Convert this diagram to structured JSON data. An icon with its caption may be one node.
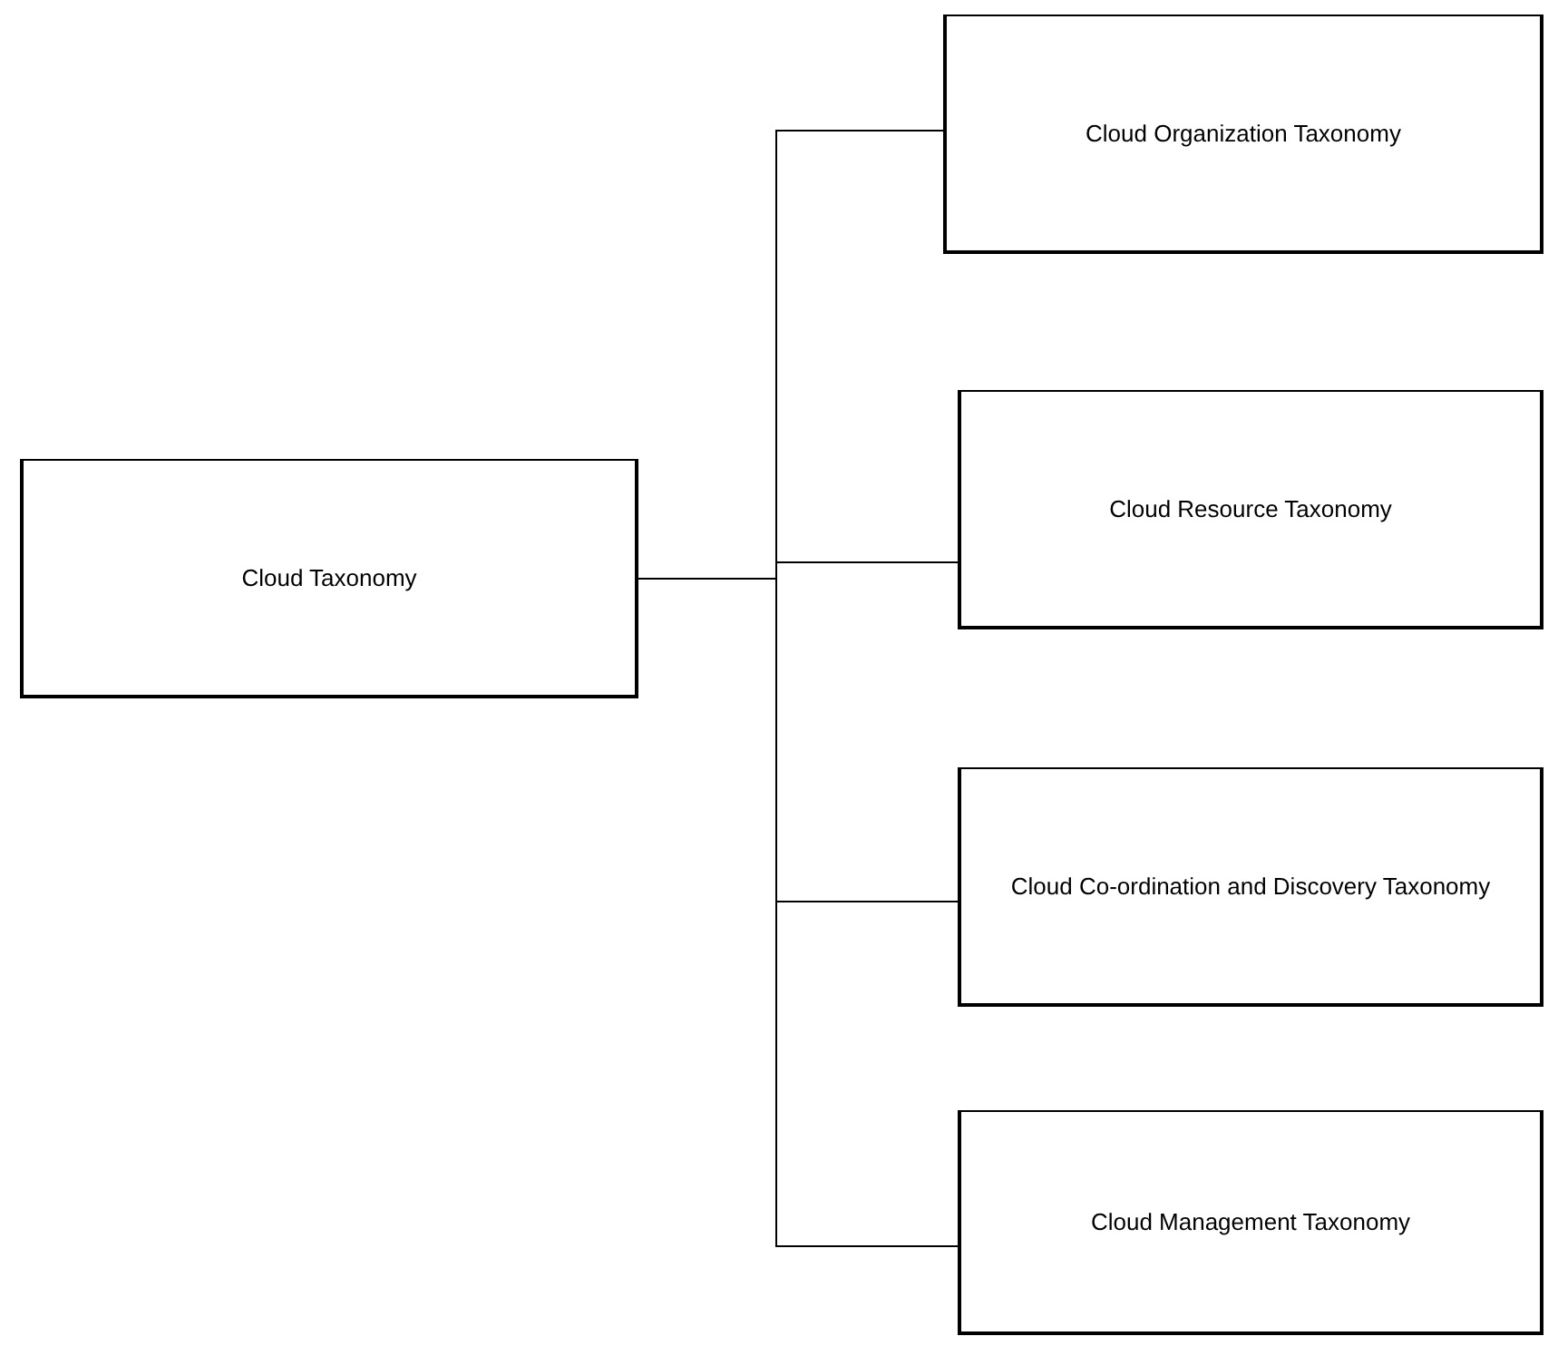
{
  "diagram": {
    "nodes": [
      {
        "text": [
          "Cloud Taxonomy"
        ]
      },
      {
        "text": [
          "Cloud Organization Taxonomy"
        ]
      },
      {
        "text": [
          "Cloud Resource Taxonomy"
        ]
      },
      {
        "text": [
          "Cloud Co-ordination and Discovery Taxonomy"
        ]
      },
      {
        "text": [
          "Cloud Management Taxonomy"
        ]
      }
    ],
    "edges": [
      {
        "from": 0,
        "to": 1,
        "arrow": "none"
      },
      {
        "from": 0,
        "to": 2,
        "arrow": "none"
      },
      {
        "from": 0,
        "to": 3,
        "arrow": "none"
      },
      {
        "from": 0,
        "to": 4,
        "arrow": "none"
      }
    ]
  }
}
